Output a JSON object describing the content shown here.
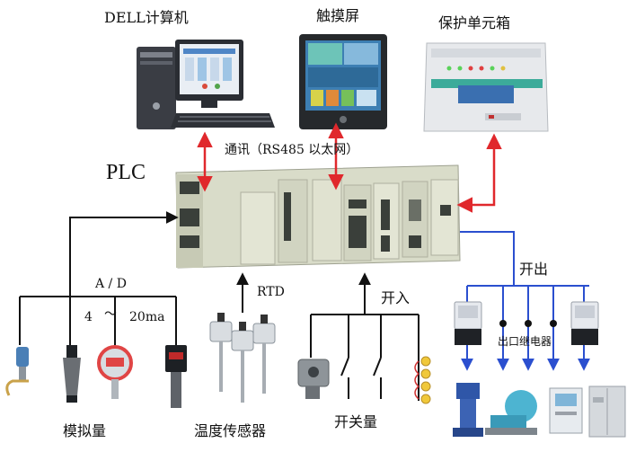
{
  "nodes": {
    "computer": "DELL计算机",
    "touchscreen": "触摸屏",
    "protection_box": "保护单元箱",
    "plc": "PLC",
    "analog": "模拟量",
    "temp_sensor": "温度传感器",
    "switch_qty": "开关量"
  },
  "edges": {
    "comm": "通讯（RS485 以太网）",
    "ad": "A / D",
    "range_low": "4",
    "range_tilde": "～",
    "range_high": "20ma",
    "rtd": "RTD",
    "switch_in": "开入",
    "switch_out": "开出",
    "relay": "出口继电器"
  },
  "colors": {
    "comm_arrow": "#e0282c",
    "output_line": "#2b4fcf",
    "input_line": "#111111",
    "plc_body": "#d9dcc9",
    "plc_module_dark": "#3a3f3a"
  }
}
